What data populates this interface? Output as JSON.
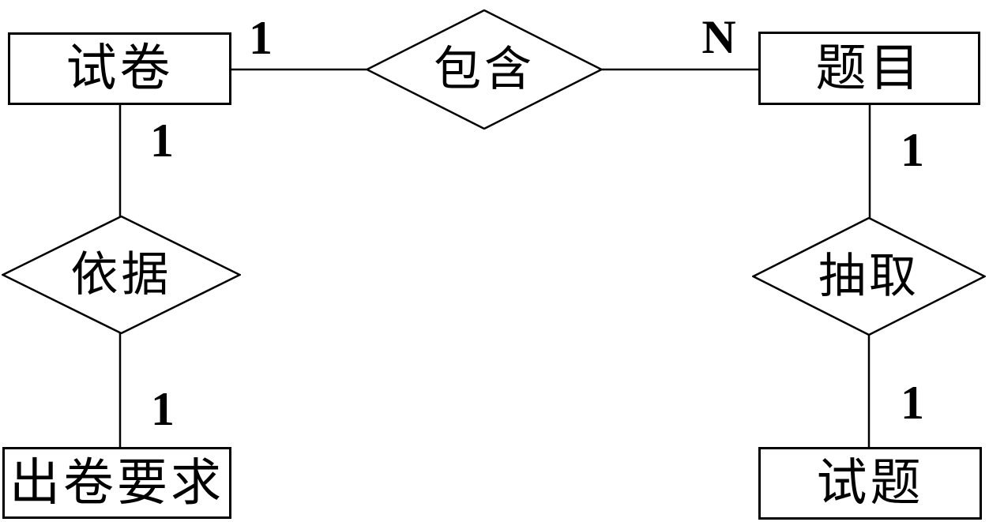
{
  "diagram": {
    "type": "er-diagram",
    "colors": {
      "stroke": "#000000",
      "fill": "#ffffff"
    },
    "entities": {
      "exam_paper": {
        "label": "试卷"
      },
      "question": {
        "label": "题目"
      },
      "paper_requirement": {
        "label": "出卷要求"
      },
      "test_item": {
        "label": "试题"
      }
    },
    "relationships": {
      "contains": {
        "label": "包含"
      },
      "based_on": {
        "label": "依据"
      },
      "extracts": {
        "label": "抽取"
      }
    },
    "cardinalities": {
      "exam_paper_to_contains": "1",
      "contains_to_question": "N",
      "exam_paper_to_based_on": "1",
      "based_on_to_paper_requirement": "1",
      "question_to_extracts": "1",
      "extracts_to_test_item": "1"
    },
    "connections": [
      {
        "from": "exam_paper",
        "to": "contains"
      },
      {
        "from": "contains",
        "to": "question"
      },
      {
        "from": "exam_paper",
        "to": "based_on"
      },
      {
        "from": "based_on",
        "to": "paper_requirement"
      },
      {
        "from": "question",
        "to": "extracts"
      },
      {
        "from": "extracts",
        "to": "test_item"
      }
    ]
  }
}
